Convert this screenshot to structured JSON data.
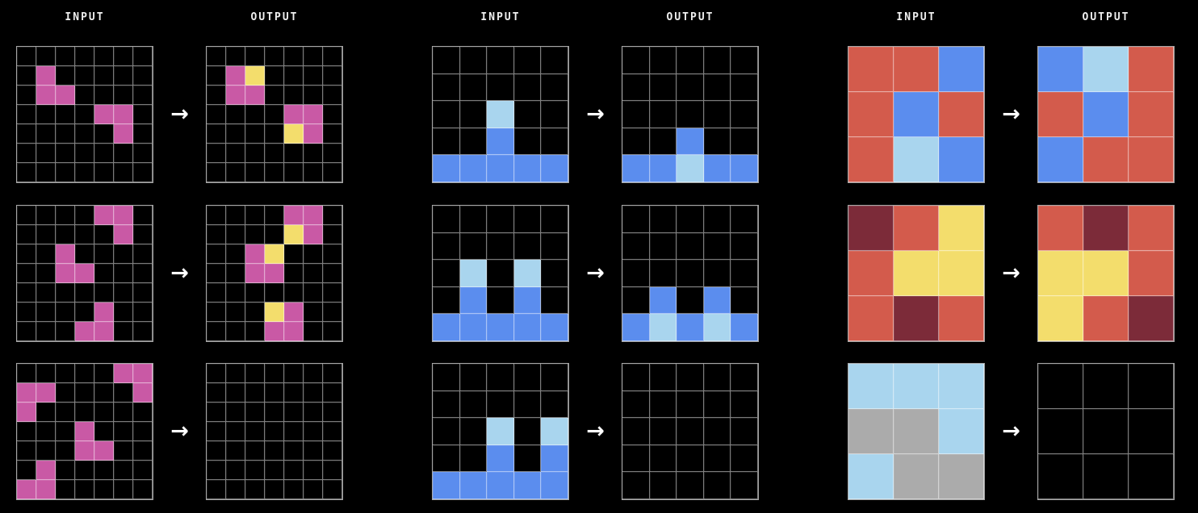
{
  "background": "#000000",
  "gridline_color": "rgba(255,255,255,0.5)",
  "arrow_glyph": "→",
  "palette": {
    ".": "#000000",
    "m": "#c959a5",
    "y": "#f3dd6c",
    "b": "#5b8dee",
    "l": "#a9d5ee",
    "r": "#d35b4c",
    "d": "#7c2b39",
    "g": "#ababab"
  },
  "puzzles": [
    {
      "input_label": "INPUT",
      "output_label": "OUTPUT",
      "grid_size": 7,
      "examples": [
        {
          "input": [
            ".......",
            ".m.....",
            ".mm....",
            "....mm.",
            ".....m.",
            ".......",
            "......."
          ],
          "output": [
            ".......",
            ".my....",
            ".mm....",
            "....mm.",
            "....ym.",
            ".......",
            "......."
          ]
        },
        {
          "input": [
            "....mm.",
            ".....m.",
            "..m....",
            "..mm...",
            ".......",
            "....m..",
            "...mm.."
          ],
          "output": [
            "....mm.",
            "....ym.",
            "..my...",
            "..mm...",
            ".......",
            "...ym..",
            "...mm.."
          ]
        },
        {
          "input": [
            ".....mm",
            "mm....m",
            "m......",
            "...m...",
            "...mm..",
            ".m.....",
            "mm....."
          ],
          "output": [
            ".......",
            ".......",
            ".......",
            ".......",
            ".......",
            ".......",
            "......."
          ]
        }
      ]
    },
    {
      "input_label": "INPUT",
      "output_label": "OUTPUT",
      "grid_size": 5,
      "examples": [
        {
          "input": [
            ".....",
            ".....",
            "..l..",
            "..b..",
            "bbbbb"
          ],
          "output": [
            ".....",
            ".....",
            ".....",
            "..b..",
            "bblbb"
          ]
        },
        {
          "input": [
            ".....",
            ".....",
            ".l.l.",
            ".b.b.",
            "bbbbb"
          ],
          "output": [
            ".....",
            ".....",
            ".....",
            ".b.b.",
            "blblb"
          ]
        },
        {
          "input": [
            ".....",
            ".....",
            "..l.l",
            "..b.b",
            "bbbbb"
          ],
          "output": [
            ".....",
            ".....",
            ".....",
            ".....",
            "....."
          ]
        }
      ]
    },
    {
      "input_label": "INPUT",
      "output_label": "OUTPUT",
      "grid_size": 3,
      "examples": [
        {
          "input": [
            "rrb",
            "rbr",
            "rlb"
          ],
          "output": [
            "blr",
            "rbr",
            "brr"
          ]
        },
        {
          "input": [
            "dry",
            "ryy",
            "rdr"
          ],
          "output": [
            "rdr",
            "yyr",
            "yrd"
          ]
        },
        {
          "input": [
            "lll",
            "ggl",
            "lgg"
          ],
          "output": [
            "...",
            "...",
            "..."
          ]
        }
      ]
    }
  ]
}
